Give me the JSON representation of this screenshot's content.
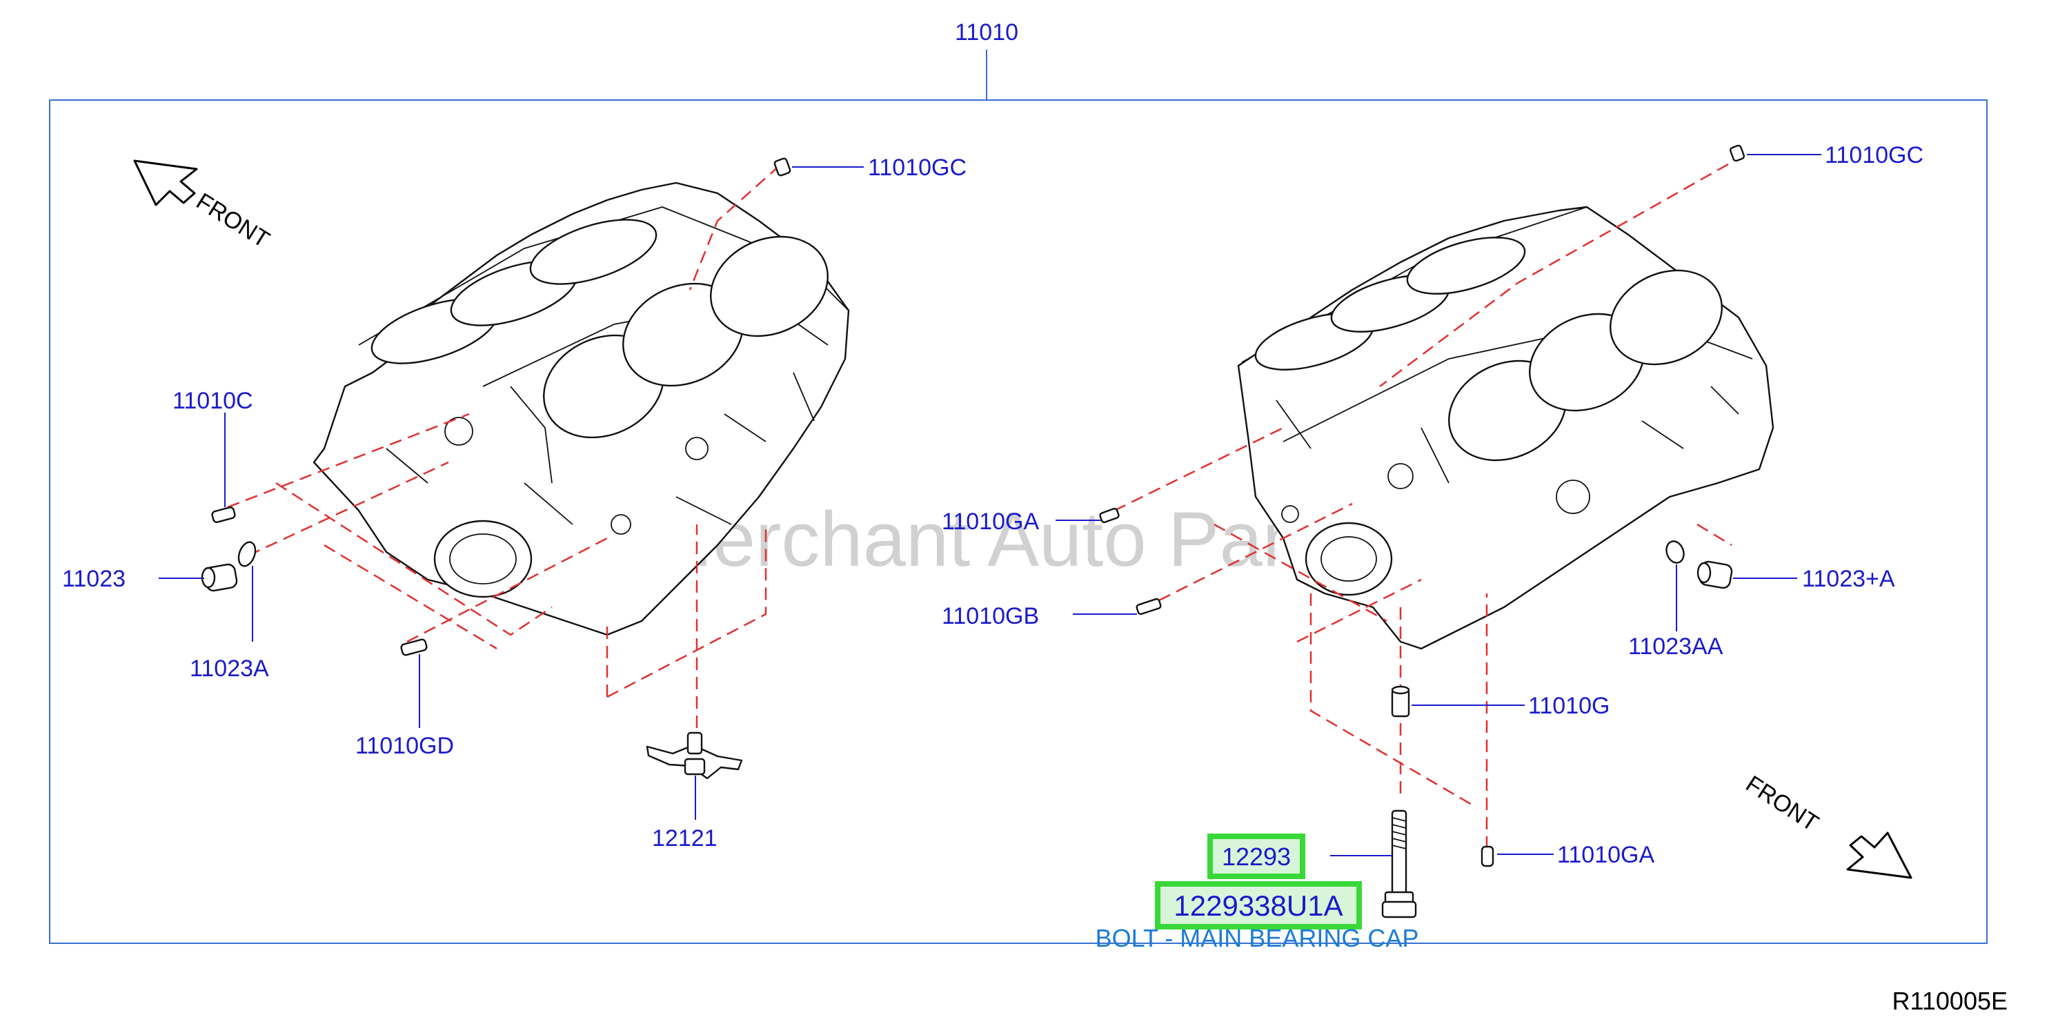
{
  "top_label": "11010",
  "watermark": "Multi-Merchant Auto Parts store",
  "front_labels": {
    "left": "FRONT",
    "right": "FRONT"
  },
  "parts_left": {
    "gc": "11010GC",
    "c": "11010C",
    "p11023": "11023",
    "p11023a": "11023A",
    "gd": "11010GD",
    "p12121": "12121"
  },
  "parts_right": {
    "gc": "11010GC",
    "ga_upper": "11010GA",
    "gb": "11010GB",
    "p11023plus": "11023+A",
    "p11023aa": "11023AA",
    "g": "11010G",
    "ga_lower": "11010GA"
  },
  "highlights": {
    "p12293": "12293",
    "p1229338": "1229338U1A"
  },
  "caption": "BOLT - MAIN BEARING CAP",
  "ref_code": "R110005E",
  "colors": {
    "label_blue": "#1a1acc",
    "dash_red": "#e23030",
    "frame_blue": "#3a6fd0",
    "highlight_green": "#39d839",
    "caption_blue": "#1b7bd6"
  }
}
